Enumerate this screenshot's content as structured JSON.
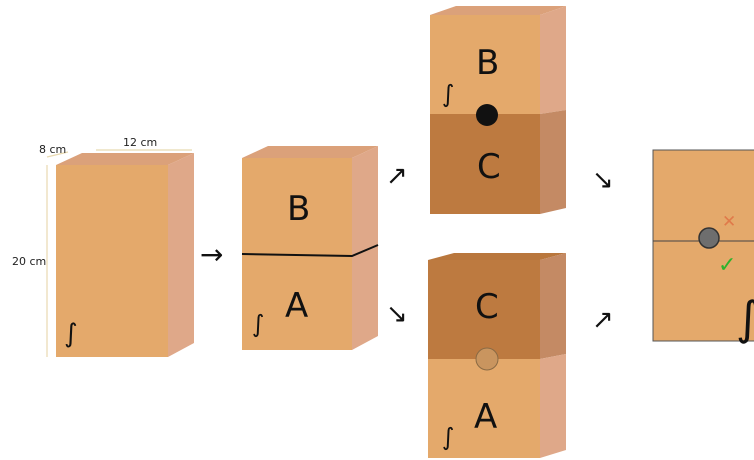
{
  "dimensions": {
    "depth_label": "8 cm",
    "width_label": "12 cm",
    "height_label": "20 cm"
  },
  "blocks": {
    "block_b_label": "B",
    "block_a_label": "A",
    "block_c_label": "C"
  },
  "arrows": {
    "right": "→",
    "up_right": "↗",
    "down_right": "↘"
  },
  "verdicts": {
    "wrong": "✕",
    "correct": "✓"
  },
  "mark_glyph": "∫",
  "colors": {
    "front_light": "#e4a96b",
    "side_light": "#dfa889",
    "top_light": "#dba17a",
    "front_dark": "#bd7a40",
    "side_dark": "#c48a64",
    "outline": "#7a5a3a",
    "dot_black": "#111111",
    "dot_tan": "#c9955f",
    "dot_grey": "#6e6e6e",
    "cross": "#e07a4a",
    "check": "#2db32d"
  }
}
